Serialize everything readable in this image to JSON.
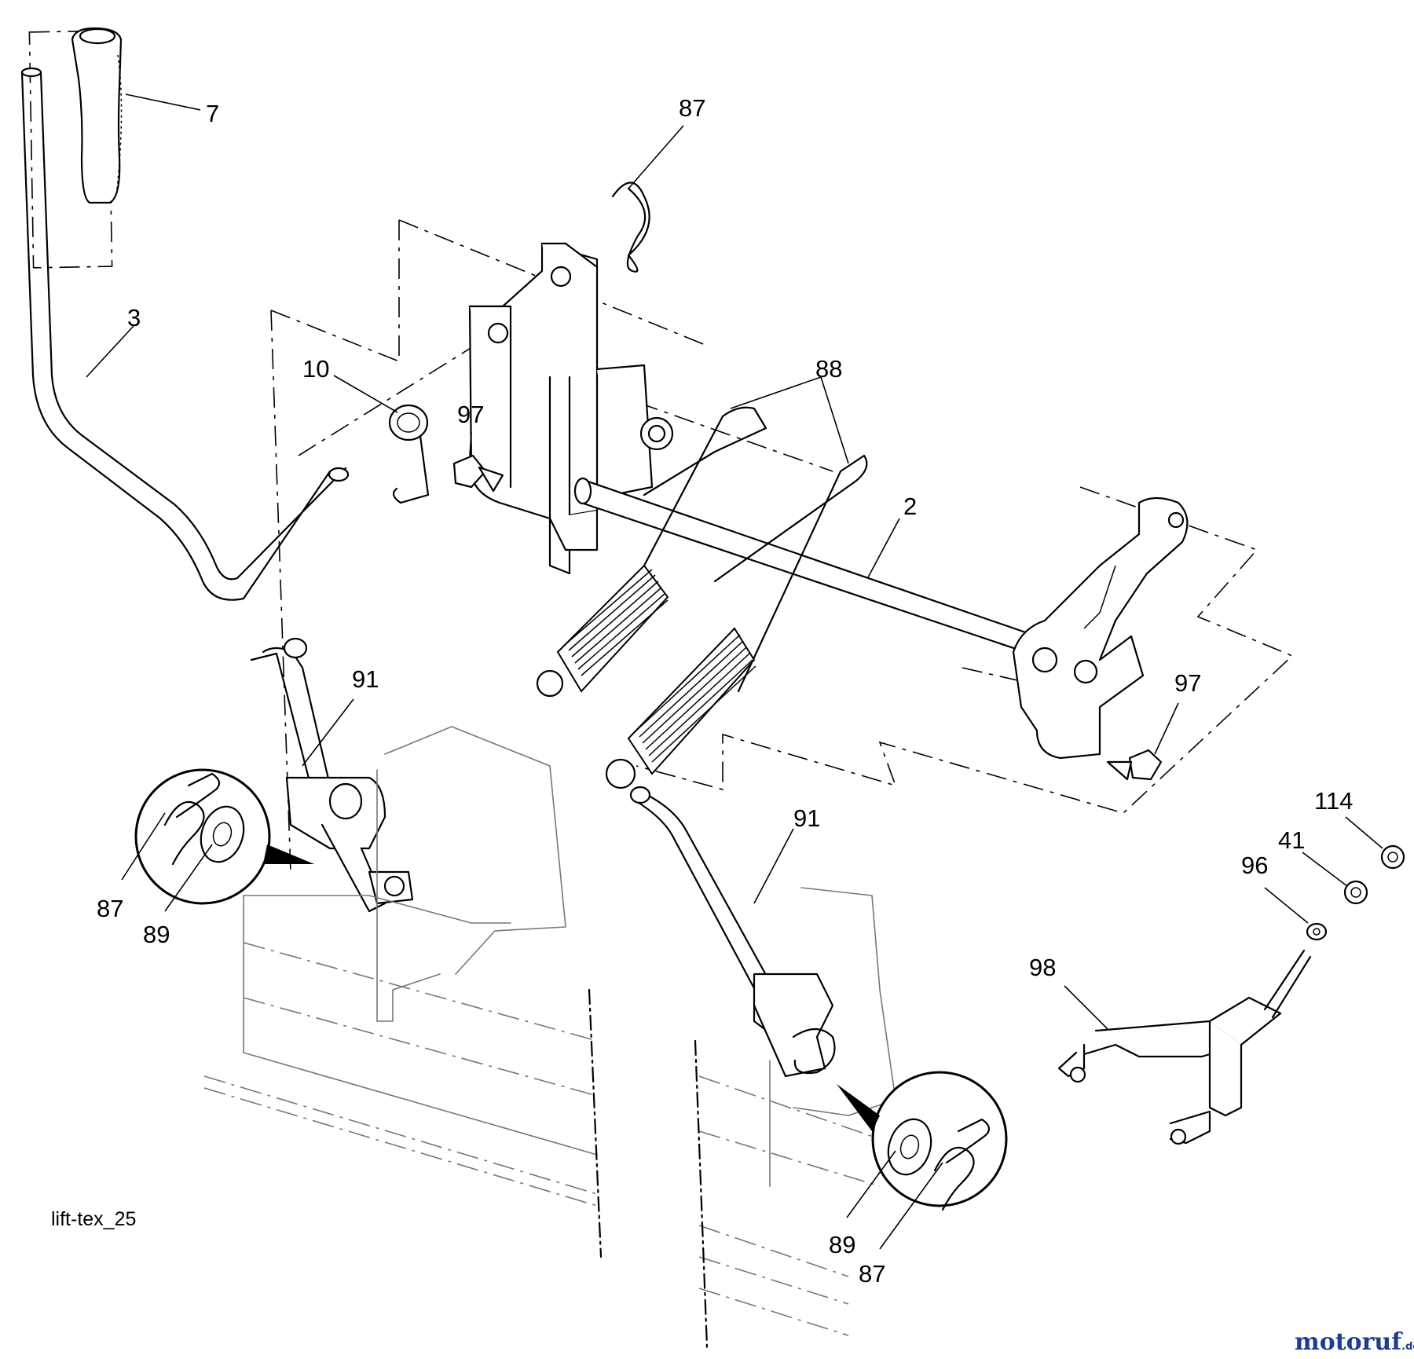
{
  "callouts": [
    {
      "id": "7",
      "label": "7"
    },
    {
      "id": "87a",
      "label": "87"
    },
    {
      "id": "3",
      "label": "3"
    },
    {
      "id": "10",
      "label": "10"
    },
    {
      "id": "97a",
      "label": "97"
    },
    {
      "id": "88",
      "label": "88"
    },
    {
      "id": "2",
      "label": "2"
    },
    {
      "id": "97b",
      "label": "97"
    },
    {
      "id": "91a",
      "label": "91"
    },
    {
      "id": "91b",
      "label": "91"
    },
    {
      "id": "87b",
      "label": "87"
    },
    {
      "id": "89a",
      "label": "89"
    },
    {
      "id": "114",
      "label": "114"
    },
    {
      "id": "41",
      "label": "41"
    },
    {
      "id": "96",
      "label": "96"
    },
    {
      "id": "98",
      "label": "98"
    },
    {
      "id": "89b",
      "label": "89"
    },
    {
      "id": "87c",
      "label": "87"
    }
  ],
  "reference": "lift-tex_25",
  "watermark": {
    "main": "motoruf",
    "suffix": ".de",
    "color": "#1f3d8a"
  }
}
